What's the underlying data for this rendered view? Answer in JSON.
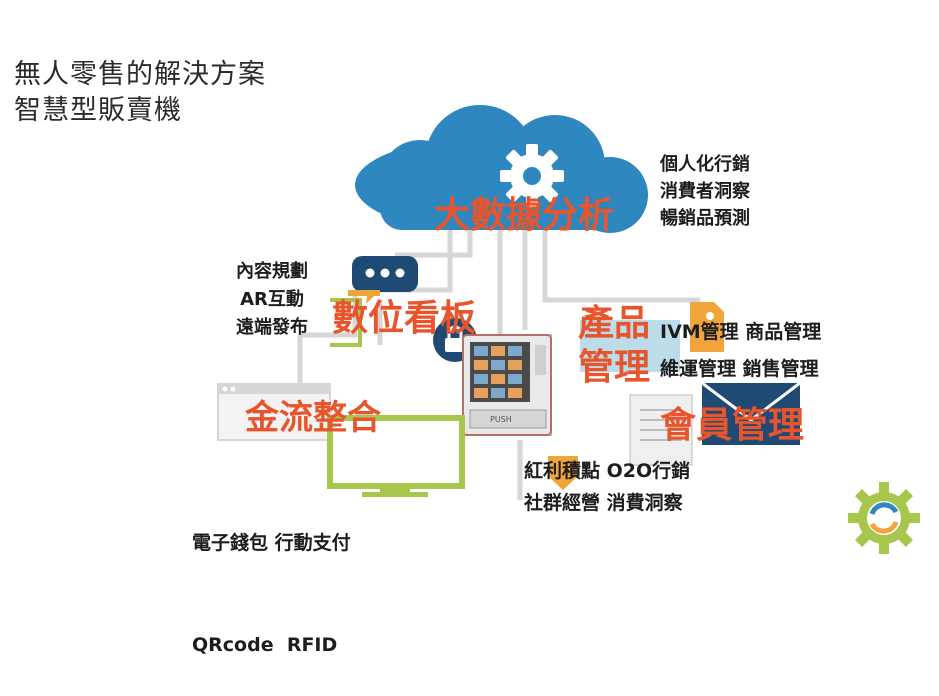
{
  "title": {
    "line1": "無人零售的解決方案",
    "line2": "智慧型販賣機"
  },
  "big_data": {
    "label": "大數據分析",
    "items": [
      "個人化行銷",
      "消費者洞察",
      "暢銷品預測"
    ]
  },
  "signage": {
    "label": "數位看板",
    "items": [
      "內容規劃",
      "AR互動",
      "遠端發布"
    ]
  },
  "product": {
    "label_line1": "產品",
    "label_line2": "管理",
    "row1": "IVM管理 商品管理",
    "row2": "維運管理 銷售管理"
  },
  "payment": {
    "label": "金流整合",
    "row1": "電子錢包 行動支付",
    "row2": "QRcode  RFID"
  },
  "member": {
    "label": "會員管理",
    "row1": "紅利積點 O2O行銷",
    "row2": "社群經營 消費洞察"
  },
  "machine": {
    "push_label": "PUSH"
  },
  "colors": {
    "cloud": "#2e87bf",
    "orange_text": "#e8542b",
    "green": "#a6c64c",
    "amber": "#f0a43a",
    "navy": "#1f4a73",
    "grey_line": "#d0d0d0"
  },
  "icons": [
    "gear-icon",
    "chat-bubble-icon",
    "lock-icon",
    "tag-icon",
    "envelope-icon",
    "document-icon",
    "monitor-icon",
    "browser-window-icon",
    "vending-machine-icon",
    "logo-gear-icon"
  ]
}
